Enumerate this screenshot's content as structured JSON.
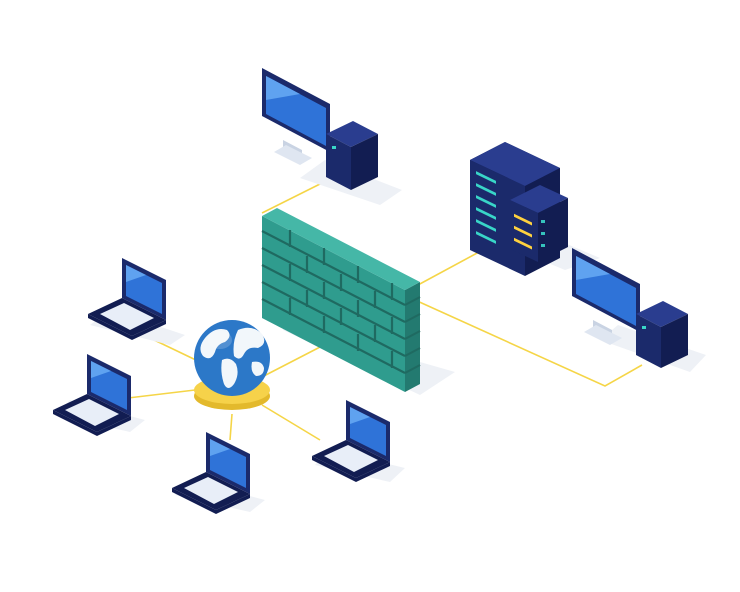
{
  "diagram": {
    "type": "isometric-network",
    "components": {
      "firewall": {
        "icon": "brick-wall-icon"
      },
      "internet": {
        "icon": "globe-icon"
      },
      "server": {
        "icon": "server-rack-icon"
      },
      "desktops": [
        {
          "id": "desktop-top",
          "icon": "desktop-computer-icon"
        },
        {
          "id": "desktop-right",
          "icon": "desktop-computer-icon"
        }
      ],
      "laptops": [
        {
          "id": "laptop-1",
          "icon": "laptop-icon"
        },
        {
          "id": "laptop-2",
          "icon": "laptop-icon"
        },
        {
          "id": "laptop-3",
          "icon": "laptop-icon"
        },
        {
          "id": "laptop-4",
          "icon": "laptop-icon"
        }
      ]
    },
    "connections": [
      [
        "internet",
        "laptop-1"
      ],
      [
        "internet",
        "laptop-2"
      ],
      [
        "internet",
        "laptop-3"
      ],
      [
        "internet",
        "laptop-4"
      ],
      [
        "internet",
        "firewall"
      ],
      [
        "firewall",
        "server"
      ],
      [
        "firewall",
        "desktop-top"
      ],
      [
        "firewall",
        "desktop-right"
      ]
    ]
  },
  "colors": {
    "link": "#f5d547",
    "wall_front": "#2f9c8e",
    "wall_side": "#237a70",
    "wall_top": "#45b7a7",
    "mortar": "#1f6a61",
    "navy": "#1b2a6b",
    "navy_dark": "#121d52",
    "navy_light": "#2a3d8f",
    "screen": "#2f73d8",
    "screen_light": "#5fa2f0",
    "keyboard": "#e8eef8",
    "ocean": "#2c78c8",
    "land": "#f2f7fb",
    "globe_base": "#f6d24a",
    "globe_base_dark": "#e3b92c",
    "server_led_teal": "#39d6c8",
    "server_led_yellow": "#ffd23f",
    "shadow": "#eef1f6"
  }
}
